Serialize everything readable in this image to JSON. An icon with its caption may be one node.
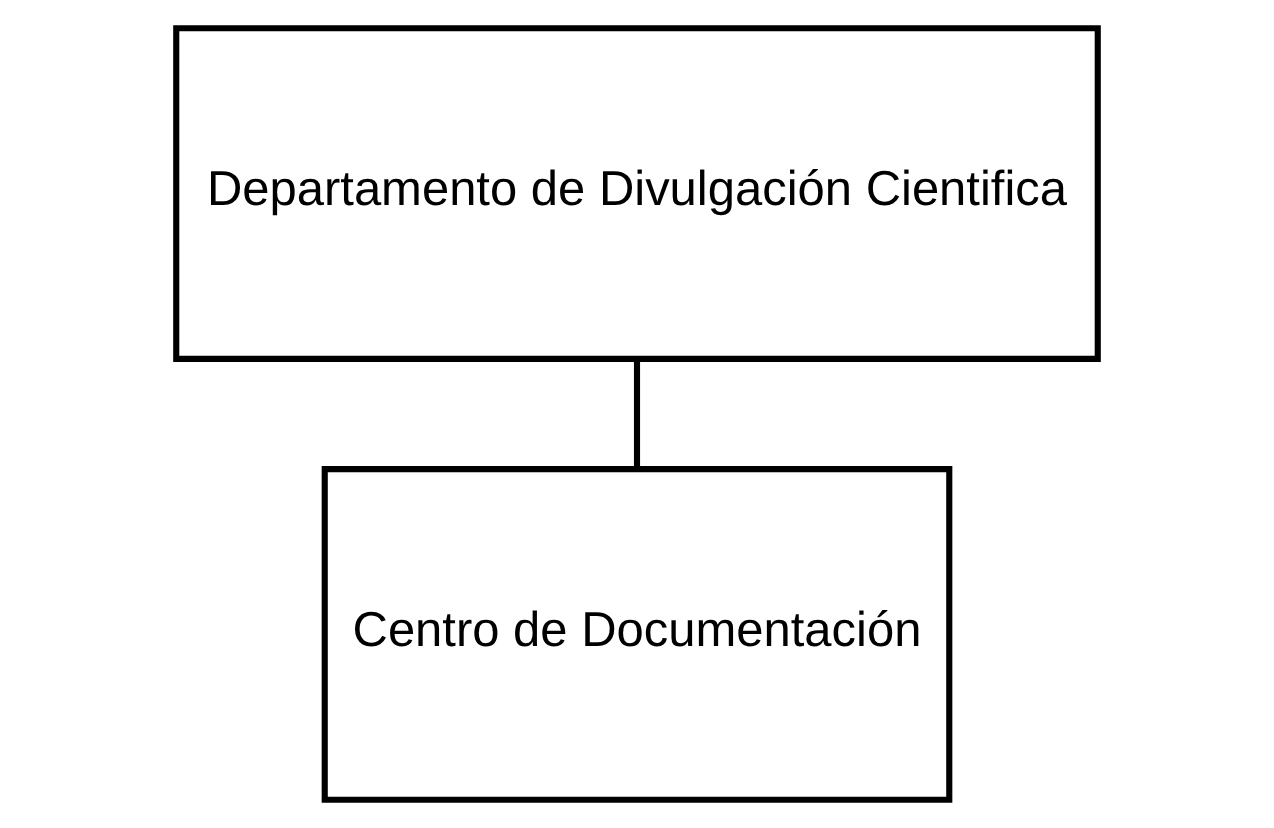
{
  "diagram": {
    "nodes": [
      {
        "text": [
          "Departamento de Divulgación Cientifica"
        ]
      },
      {
        "text": [
          "Centro de Documentación"
        ]
      }
    ],
    "edges": [
      {
        "from": 0,
        "to": 1,
        "arrow": "none"
      }
    ]
  }
}
